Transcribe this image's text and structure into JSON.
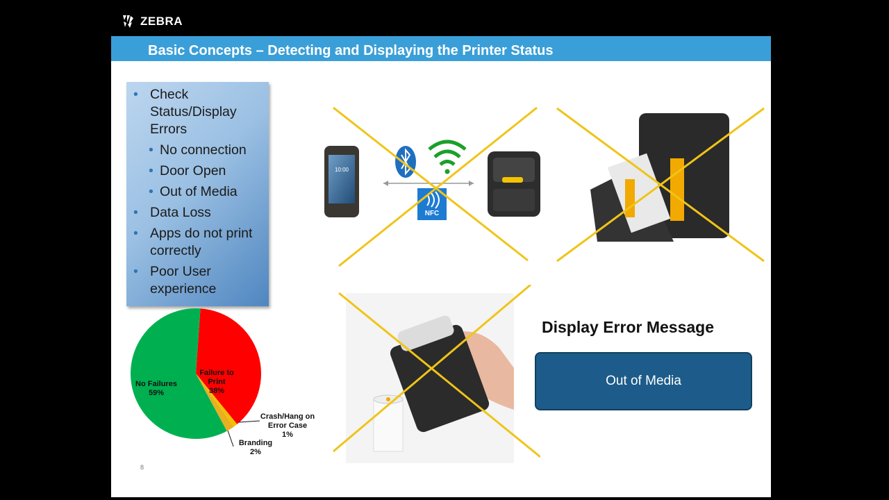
{
  "brand": {
    "logo_text": "ZEBRA"
  },
  "slide": {
    "title": "Basic Concepts – Detecting and Displaying the Printer Status",
    "page_number": "8",
    "bullets": [
      {
        "text": "Check Status/Display Errors",
        "sub": [
          "No connection",
          "Door Open",
          "Out of Media"
        ]
      },
      {
        "text": "Data Loss"
      },
      {
        "text": "Apps do not print correctly"
      },
      {
        "text": "Poor User experience"
      }
    ],
    "error_heading": "Display Error Message",
    "error_message": "Out of Media",
    "nfc_label": "NFC",
    "device_screen_time": "10:00"
  },
  "chart_data": {
    "type": "pie",
    "slices": [
      {
        "label": "Failure to Print",
        "value": 38,
        "display": "38%",
        "color": "#ff0000"
      },
      {
        "label": "Crash/Hang on Error Case",
        "value": 1,
        "display": "1%",
        "color": "#f2c200"
      },
      {
        "label": "Branding",
        "value": 2,
        "display": "2%",
        "color": "#e8b020"
      },
      {
        "label": "No Failures",
        "value": 59,
        "display": "59%",
        "color": "#00b050"
      }
    ]
  },
  "colors": {
    "title_bar": "#3a9fd8",
    "cross": "#f0c419",
    "error_box": "#1d5c8a"
  }
}
